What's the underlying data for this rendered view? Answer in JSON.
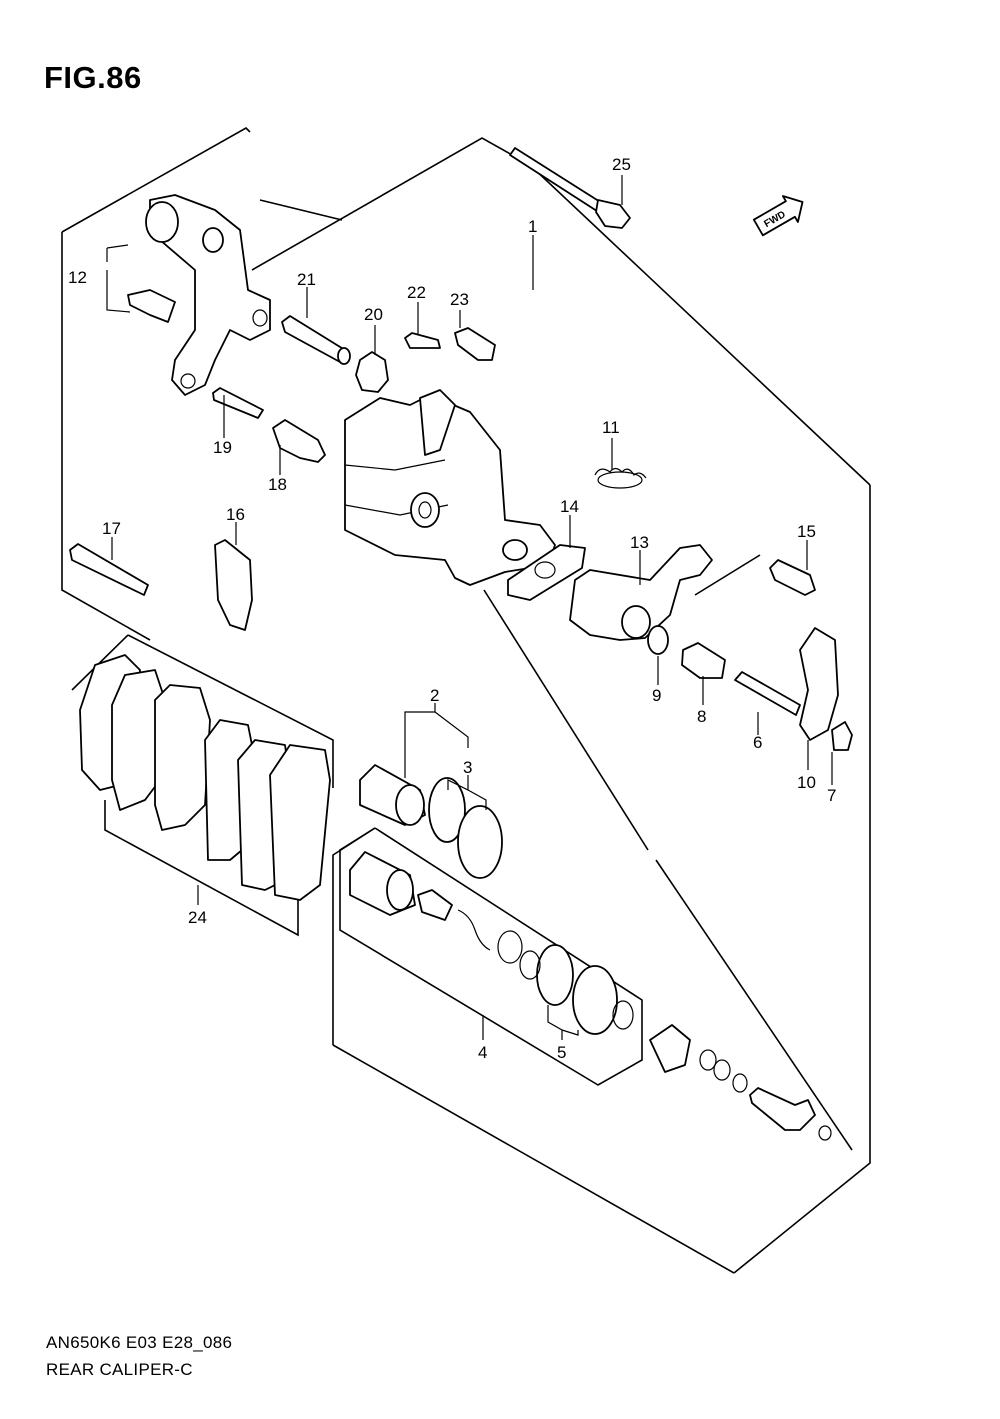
{
  "figure": {
    "title": "FIG.86",
    "code": "AN650K6 E03 E28_086",
    "name": "REAR CALIPER-C"
  },
  "direction_badge": {
    "label": "FWD"
  },
  "callouts": [
    {
      "id": "c1",
      "label": "1"
    },
    {
      "id": "c2",
      "label": "2"
    },
    {
      "id": "c3",
      "label": "3"
    },
    {
      "id": "c4",
      "label": "4"
    },
    {
      "id": "c5",
      "label": "5"
    },
    {
      "id": "c6",
      "label": "6"
    },
    {
      "id": "c7",
      "label": "7"
    },
    {
      "id": "c8",
      "label": "8"
    },
    {
      "id": "c9",
      "label": "9"
    },
    {
      "id": "c10",
      "label": "10"
    },
    {
      "id": "c11",
      "label": "11"
    },
    {
      "id": "c12",
      "label": "12"
    },
    {
      "id": "c13",
      "label": "13"
    },
    {
      "id": "c14",
      "label": "14"
    },
    {
      "id": "c15",
      "label": "15"
    },
    {
      "id": "c16",
      "label": "16"
    },
    {
      "id": "c17",
      "label": "17"
    },
    {
      "id": "c18",
      "label": "18"
    },
    {
      "id": "c19",
      "label": "19"
    },
    {
      "id": "c20",
      "label": "20"
    },
    {
      "id": "c21",
      "label": "21"
    },
    {
      "id": "c22",
      "label": "22"
    },
    {
      "id": "c23",
      "label": "23"
    },
    {
      "id": "c24",
      "label": "24"
    },
    {
      "id": "c25",
      "label": "25"
    }
  ]
}
